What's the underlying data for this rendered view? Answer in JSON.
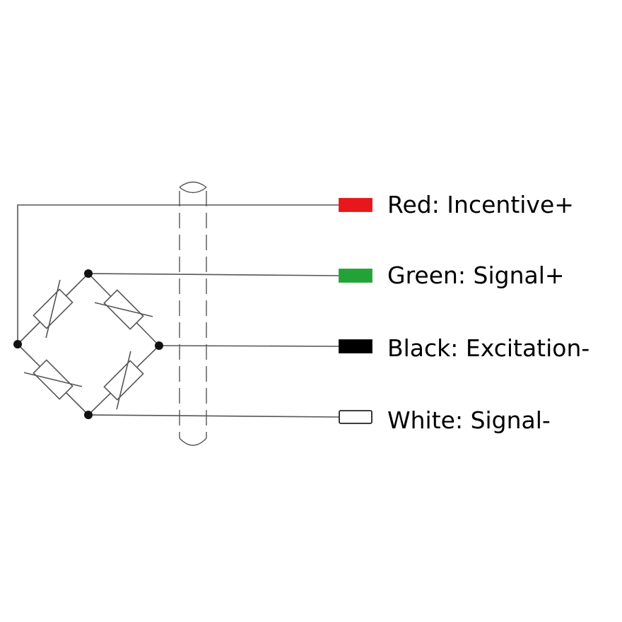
{
  "wires": [
    {
      "label": "Red: Incentive+",
      "color": "#e8171b",
      "border": "#e8171b"
    },
    {
      "label": "Green: Signal+",
      "color": "#22a337",
      "border": "#22a337"
    },
    {
      "label": "Black: Excitation-",
      "color": "#000000",
      "border": "#000000"
    },
    {
      "label": "White: Signal-",
      "color": "#ffffff",
      "border": "#222222"
    }
  ]
}
